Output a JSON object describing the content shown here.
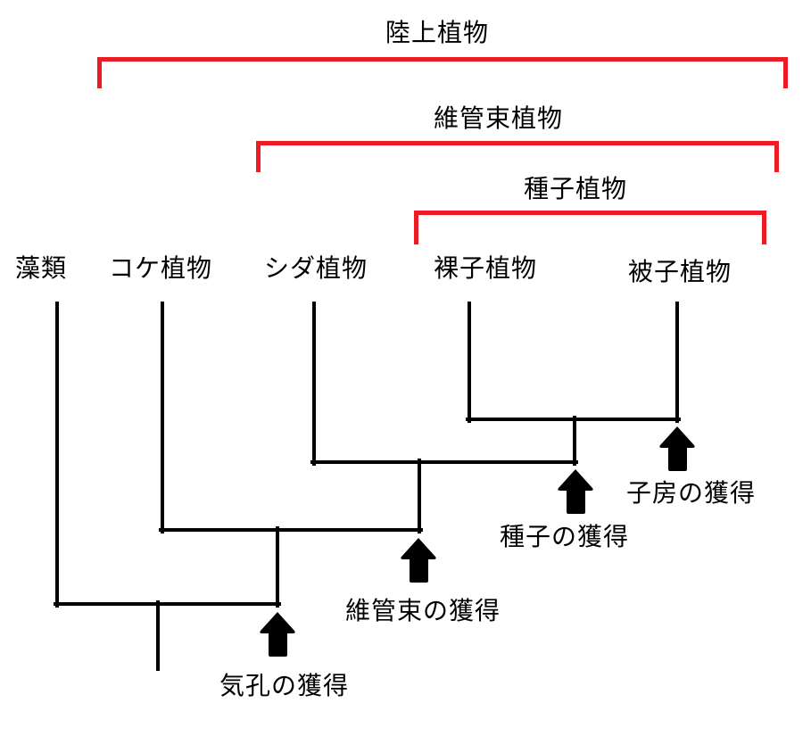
{
  "colors": {
    "bracket": "#ED1C24",
    "tree": "#000000",
    "arrow": "#000000",
    "text": "#000000",
    "background": "#FFFFFF"
  },
  "clades": [
    {
      "id": "land-plants",
      "label": "陸上植物"
    },
    {
      "id": "vascular-plants",
      "label": "維管束植物"
    },
    {
      "id": "seed-plants",
      "label": "種子植物"
    }
  ],
  "taxa": [
    {
      "id": "algae",
      "label": "藻類"
    },
    {
      "id": "mosses",
      "label": "コケ植物"
    },
    {
      "id": "ferns",
      "label": "シダ植物"
    },
    {
      "id": "gymnosperms",
      "label": "裸子植物"
    },
    {
      "id": "angiosperms",
      "label": "被子植物"
    }
  ],
  "events": [
    {
      "id": "stomata",
      "label": "気孔の獲得",
      "icon": "up-arrow-icon"
    },
    {
      "id": "vascular",
      "label": "維管束の獲得",
      "icon": "up-arrow-icon"
    },
    {
      "id": "seed",
      "label": "種子の獲得",
      "icon": "up-arrow-icon"
    },
    {
      "id": "ovary",
      "label": "子房の獲得",
      "icon": "up-arrow-icon"
    }
  ]
}
